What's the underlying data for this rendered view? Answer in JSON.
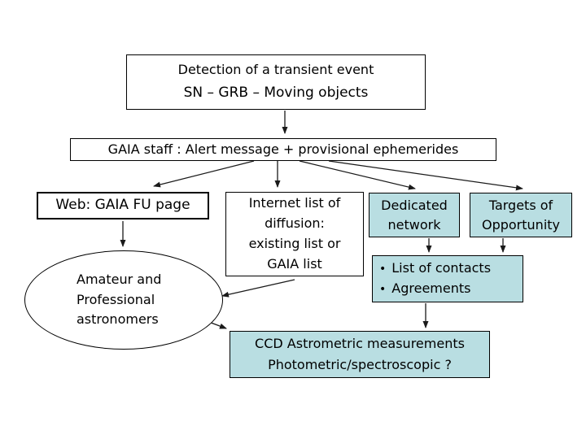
{
  "colors": {
    "background": "#ffffff",
    "box_border": "#000000",
    "highlight_fill": "#b9dee2",
    "arrow": "#1a1a1a",
    "text": "#000000"
  },
  "diagram": {
    "top_box": {
      "line1": "Detection of a transient event",
      "line2": "SN – GRB – Moving objects"
    },
    "gaia_box": {
      "text": "GAIA staff : Alert message + provisional ephemerides"
    },
    "web_box": {
      "text": "Web: GAIA FU page"
    },
    "internet_box": {
      "lines": [
        "Internet list of",
        "diffusion:",
        "existing list or",
        "GAIA list"
      ]
    },
    "dedicated_box": {
      "lines": [
        "Dedicated",
        "network"
      ]
    },
    "targets_box": {
      "lines": [
        "Targets of",
        "Opportunity"
      ]
    },
    "astronomers_ellipse": {
      "lines": [
        "Amateur and",
        "Professional",
        "astronomers"
      ]
    },
    "contacts_box": {
      "bullet_char": "•",
      "items": [
        "List of contacts",
        "Agreements"
      ]
    },
    "ccd_box": {
      "lines": [
        "CCD Astrometric measurements",
        "Photometric/spectroscopic ?"
      ]
    }
  }
}
